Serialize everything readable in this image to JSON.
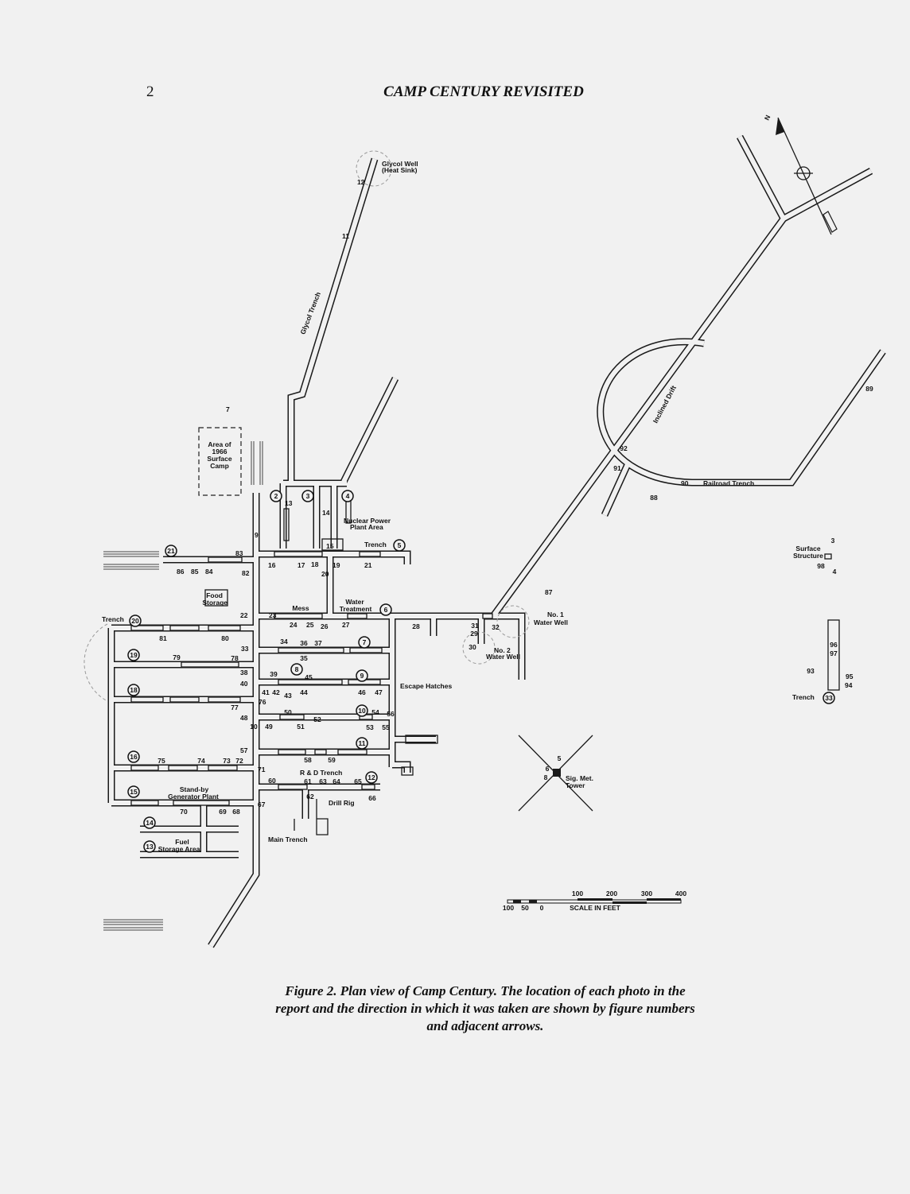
{
  "page": {
    "number": "2",
    "running_title": "CAMP CENTURY REVISITED",
    "caption": [
      "Figure 2.  Plan view of Camp Century.  The location of each photo in the",
      "report and the direction in which it was taken are shown by figure numbers",
      "and adjacent arrows."
    ]
  },
  "map": {
    "north_label": "N",
    "scale": {
      "ticks_right": [
        "100",
        "200",
        "300",
        "400"
      ],
      "ticks_left": [
        "100",
        "50",
        "0"
      ],
      "label": "SCALE IN FEET"
    },
    "labels": {
      "glycol1": {
        "t": "Glycol Well"
      },
      "glycol2": {
        "t": "(Heat Sink)"
      },
      "n12": {
        "t": "12"
      },
      "n11": {
        "t": "11"
      },
      "glycoltr": {
        "t": "Glycol Trench"
      },
      "n7": {
        "t": "7"
      },
      "area1": {
        "t": "Area of"
      },
      "area2": {
        "t": "1966"
      },
      "area3": {
        "t": "Surface"
      },
      "area4": {
        "t": "Camp"
      },
      "c2": {
        "t": "2",
        "c": true
      },
      "c3": {
        "t": "3",
        "c": true
      },
      "c4": {
        "t": "4",
        "c": true
      },
      "n13": {
        "t": "13"
      },
      "n14": {
        "t": "14"
      },
      "npp1": {
        "t": "Nuclear Power"
      },
      "npp2": {
        "t": "Plant Area"
      },
      "n9": {
        "t": "9"
      },
      "n15": {
        "t": "15"
      },
      "tr5": {
        "t": "Trench"
      },
      "c5": {
        "t": "5",
        "c": true
      },
      "c21": {
        "t": "21",
        "c": true
      },
      "n83": {
        "t": "83"
      },
      "n16": {
        "t": "16"
      },
      "n17": {
        "t": "17"
      },
      "n18": {
        "t": "18"
      },
      "n20": {
        "t": "20"
      },
      "n19": {
        "t": "19"
      },
      "n21": {
        "t": "21"
      },
      "n86": {
        "t": "86"
      },
      "n85": {
        "t": "85"
      },
      "n84": {
        "t": "84"
      },
      "n82": {
        "t": "82"
      },
      "food1": {
        "t": "Food"
      },
      "food2": {
        "t": "Storage"
      },
      "mess": {
        "t": "Mess"
      },
      "wt1": {
        "t": "Water"
      },
      "wt2": {
        "t": "Treatment"
      },
      "c6": {
        "t": "6",
        "c": true
      },
      "n22": {
        "t": "22"
      },
      "n23": {
        "t": "23"
      },
      "n24": {
        "t": "24"
      },
      "n25": {
        "t": "25"
      },
      "n26": {
        "t": "26"
      },
      "n27": {
        "t": "27"
      },
      "n28": {
        "t": "28"
      },
      "tr20": {
        "t": "Trench"
      },
      "c20": {
        "t": "20",
        "c": true
      },
      "n81": {
        "t": "81"
      },
      "n80": {
        "t": "80"
      },
      "n31": {
        "t": "31"
      },
      "n29": {
        "t": "29"
      },
      "n32": {
        "t": "32"
      },
      "n30": {
        "t": "30"
      },
      "ww1a": {
        "t": "No. 1"
      },
      "ww1b": {
        "t": "Water Well"
      },
      "ww2a": {
        "t": "No. 2"
      },
      "ww2b": {
        "t": "Water Well"
      },
      "n87": {
        "t": "87"
      },
      "n34": {
        "t": "34"
      },
      "n36": {
        "t": "36"
      },
      "n37": {
        "t": "37"
      },
      "c7": {
        "t": "7",
        "c": true
      },
      "n33": {
        "t": "33"
      },
      "n35": {
        "t": "35"
      },
      "c19": {
        "t": "19",
        "c": true
      },
      "n79": {
        "t": "79"
      },
      "n78": {
        "t": "78"
      },
      "n38": {
        "t": "38"
      },
      "n39": {
        "t": "39"
      },
      "c8": {
        "t": "8",
        "c": true
      },
      "n45": {
        "t": "45"
      },
      "c9": {
        "t": "9",
        "c": true
      },
      "n40": {
        "t": "40"
      },
      "n41": {
        "t": "41"
      },
      "n42": {
        "t": "42"
      },
      "n43": {
        "t": "43"
      },
      "n44": {
        "t": "44"
      },
      "n46": {
        "t": "46"
      },
      "n47": {
        "t": "47"
      },
      "esc": {
        "t": "Escape Hatches"
      },
      "c18": {
        "t": "18",
        "c": true
      },
      "n77": {
        "t": "77"
      },
      "n76": {
        "t": "76"
      },
      "c10": {
        "t": "10",
        "c": true
      },
      "n50": {
        "t": "50"
      },
      "n54": {
        "t": "54"
      },
      "n56": {
        "t": "56"
      },
      "n48": {
        "t": "48"
      },
      "n10": {
        "t": "10"
      },
      "n49": {
        "t": "49"
      },
      "n51": {
        "t": "51"
      },
      "n52": {
        "t": "52"
      },
      "n53": {
        "t": "53"
      },
      "n55": {
        "t": "55"
      },
      "c11": {
        "t": "11",
        "c": true
      },
      "n57": {
        "t": "57"
      },
      "n58": {
        "t": "58"
      },
      "n59": {
        "t": "59"
      },
      "c16": {
        "t": "16",
        "c": true
      },
      "n75": {
        "t": "75"
      },
      "n74": {
        "t": "74"
      },
      "n73": {
        "t": "73"
      },
      "n72": {
        "t": "72"
      },
      "n71": {
        "t": "71"
      },
      "rd": {
        "t": "R & D Trench"
      },
      "c12": {
        "t": "12",
        "c": true
      },
      "n60": {
        "t": "60"
      },
      "n61": {
        "t": "61"
      },
      "n63": {
        "t": "63"
      },
      "n64": {
        "t": "64"
      },
      "n65": {
        "t": "65"
      },
      "n62": {
        "t": "62"
      },
      "n66": {
        "t": "66"
      },
      "drill": {
        "t": "Drill Rig"
      },
      "c15": {
        "t": "15",
        "c": true
      },
      "gen1": {
        "t": "Stand-by"
      },
      "gen2": {
        "t": "Generator Plant"
      },
      "n70": {
        "t": "70"
      },
      "n69": {
        "t": "69"
      },
      "n68": {
        "t": "68"
      },
      "n67": {
        "t": "67"
      },
      "c14": {
        "t": "14",
        "c": true
      },
      "c13": {
        "t": "13",
        "c": true
      },
      "fuel1": {
        "t": "Fuel"
      },
      "fuel2": {
        "t": "Storage Area"
      },
      "main": {
        "t": "Main Trench"
      },
      "incl": {
        "t": "Inclined Drift"
      },
      "n92": {
        "t": "92"
      },
      "n91": {
        "t": "91"
      },
      "n90": {
        "t": "90"
      },
      "rail": {
        "t": "Railroad Trench"
      },
      "n88": {
        "t": "88"
      },
      "n89": {
        "t": "89"
      },
      "ss1": {
        "t": "Surface"
      },
      "ss2": {
        "t": "Structure"
      },
      "n3": {
        "t": "3"
      },
      "n98": {
        "t": "98"
      },
      "n4": {
        "t": "4"
      },
      "n96": {
        "t": "96"
      },
      "n97": {
        "t": "97"
      },
      "n93": {
        "t": "93"
      },
      "n95": {
        "t": "95"
      },
      "n94": {
        "t": "94"
      },
      "tr33": {
        "t": "Trench"
      },
      "c33": {
        "t": "33",
        "c": true
      },
      "n5": {
        "t": "5"
      },
      "n6": {
        "t": "6"
      },
      "n8": {
        "t": "8"
      },
      "met1": {
        "t": "Sig. Met."
      },
      "met2": {
        "t": "Tower"
      }
    }
  }
}
